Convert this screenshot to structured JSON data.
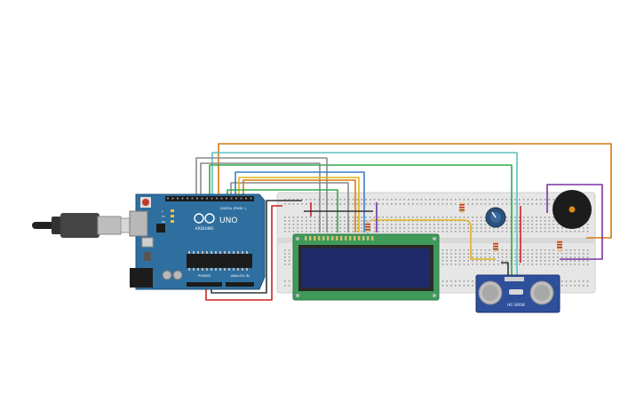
{
  "arduino": {
    "logo_text": "ARDUINO",
    "model_text": "UNO",
    "digital_label": "DIGITAL (PWM~)",
    "power_label": "POWER",
    "analog_label": "ANALOG IN",
    "tx_label": "TX",
    "rx_label": "RX",
    "l_label": "L"
  },
  "sensor": {
    "label": "HC-SR04"
  },
  "colors": {
    "board_blue": "#2f6f9f",
    "breadboard": "#e6e6e6",
    "lcd_pcb": "#3f9a5a",
    "lcd_screen": "#1f2a6b",
    "sensor_pcb": "#2e4f9a",
    "buzzer": "#1c1c1c",
    "wire_orange": "#d97a12",
    "wire_teal": "#5fc0c0",
    "wire_green": "#33a84a",
    "wire_purple": "#7a33a0",
    "wire_red": "#cc2222",
    "wire_black": "#333333",
    "wire_gray": "#8a8a8a",
    "wire_yellow": "#e0b21a",
    "wire_blue": "#3b7fc4"
  }
}
